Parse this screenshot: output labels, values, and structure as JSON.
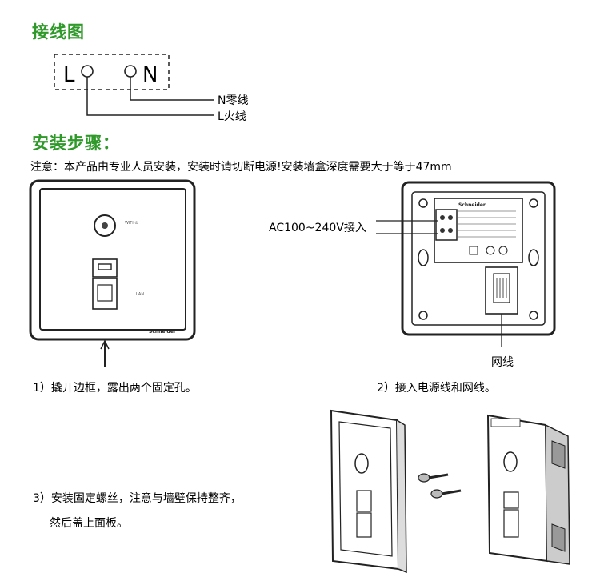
{
  "wiring": {
    "title": "接线图",
    "terminal_l": "L",
    "terminal_n": "N",
    "n_label": "N零线",
    "l_label": "L火线"
  },
  "install": {
    "title": "安装步骤：",
    "note": "注意：本产品由专业人员安装，安装时请切断电源!安装墙盒深度需要大于等于47mm",
    "ac_label": "AC100~240V接入",
    "network_label": "网线",
    "step1": "1）撬开边框，露出两个固定孔。",
    "step2": "2）接入电源线和网线。",
    "step3_line1": "3）安装固定螺丝，注意与墙壁保持整齐，",
    "step3_line2": "然后盖上面板。",
    "panel_small_text_1": "WIFI ⊙",
    "panel_port_label": "LAN",
    "brand": "Schneider"
  },
  "colors": {
    "title_green": "#2f9a2a",
    "line": "#222222",
    "panel_gray": "#8a8a8a"
  }
}
